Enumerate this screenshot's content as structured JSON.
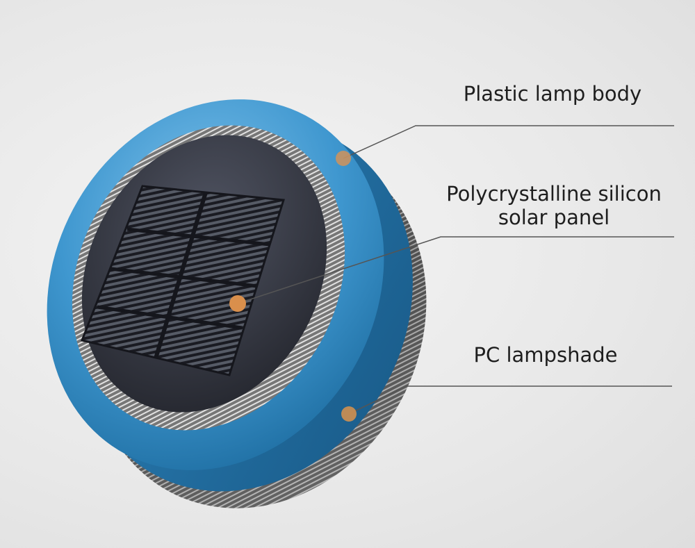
{
  "callouts": {
    "body": {
      "label": "Plastic lamp body"
    },
    "panel": {
      "line1": "Polycrystalline silicon",
      "line2": "solar panel"
    },
    "shade": {
      "label": "PC lampshade"
    }
  },
  "colors": {
    "lamp_body": "#3f97cf",
    "solar_panel": "#2b2d36",
    "marker": "#c99260",
    "leader_line": "#555555"
  }
}
